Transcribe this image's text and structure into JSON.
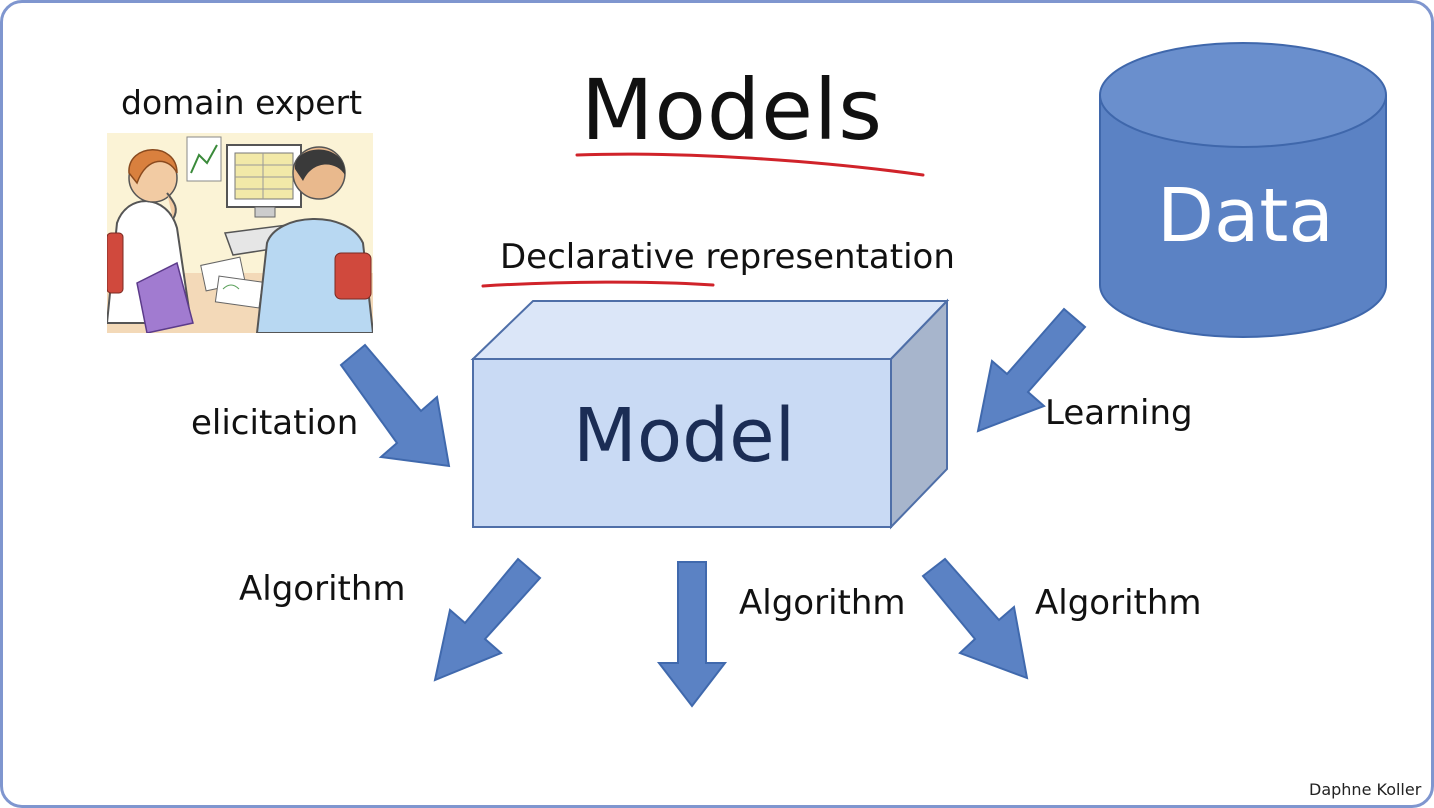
{
  "slide": {
    "title": "Models",
    "subtitle": "Declarative representation",
    "model_label": "Model",
    "data_label": "Data",
    "domain_expert_label": "domain expert",
    "elicitation_label": "elicitation",
    "learning_label": "Learning",
    "algorithm_labels": [
      "Algorithm",
      "Algorithm",
      "Algorithm"
    ],
    "credit": "Daphne Koller"
  },
  "icons": {
    "domain_expert_picture": "people-at-computer-clipart",
    "database": "cylinder-database-icon",
    "model_box": "3d-box-icon"
  },
  "colors": {
    "frame": "#7f96cf",
    "underline": "#d0232a",
    "arrow": "#5b82c4",
    "box_front": "#c9daf4",
    "database": "#5b82c4",
    "model_text": "#1b2d55"
  }
}
